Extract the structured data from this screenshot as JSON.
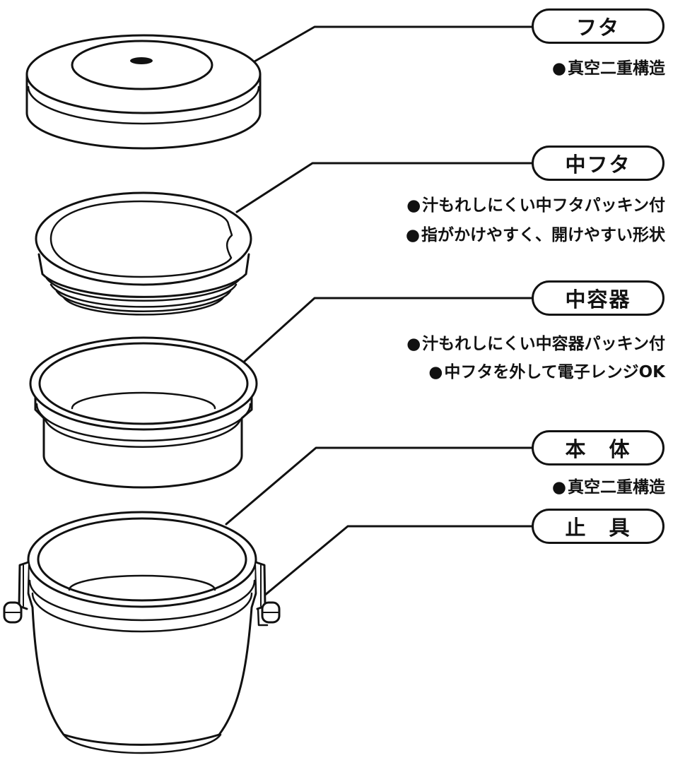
{
  "parts": [
    {
      "id": "lid",
      "label": "フタ",
      "features": [
        "真空二重構造"
      ]
    },
    {
      "id": "inner-lid",
      "label": "中フタ",
      "features": [
        "汁もれしにくい中フタパッキン付",
        "指がかけやすく、開けやすい形状"
      ]
    },
    {
      "id": "inner-container",
      "label": "中容器",
      "features": [
        "汁もれしにくい中容器パッキン付",
        "中フタを外して電子レンジOK"
      ]
    },
    {
      "id": "body",
      "label": "本　体",
      "features": [
        "真空二重構造"
      ]
    },
    {
      "id": "clasp",
      "label": "止　具",
      "features": []
    }
  ],
  "bullet_glyph": "●",
  "colors": {
    "line": "#111111",
    "fill": "#ffffff"
  }
}
